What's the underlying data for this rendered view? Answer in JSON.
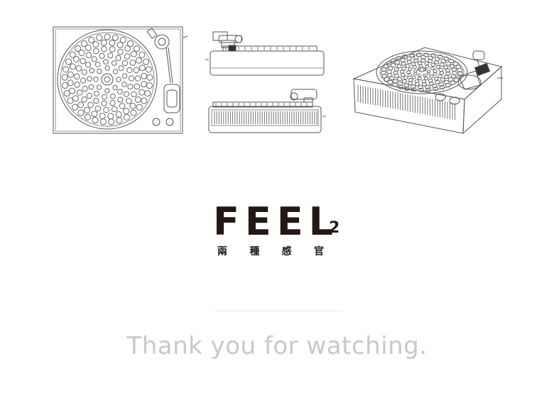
{
  "logo": {
    "main": "FEEL",
    "sub": "2",
    "chinese": [
      "兩",
      "種",
      "感",
      "官"
    ]
  },
  "footer": {
    "thanks": "Thank you for watching."
  },
  "drawings": [
    {
      "view": "top",
      "icon": "turntable-top-view-icon"
    },
    {
      "view": "side",
      "icon": "turntable-side-view-icon"
    },
    {
      "view": "front",
      "icon": "turntable-front-view-icon"
    },
    {
      "view": "isometric",
      "icon": "turntable-isometric-icon"
    }
  ],
  "colors": {
    "logo": "#231815",
    "line": "#555555",
    "thanks": "#c9c9c9"
  }
}
